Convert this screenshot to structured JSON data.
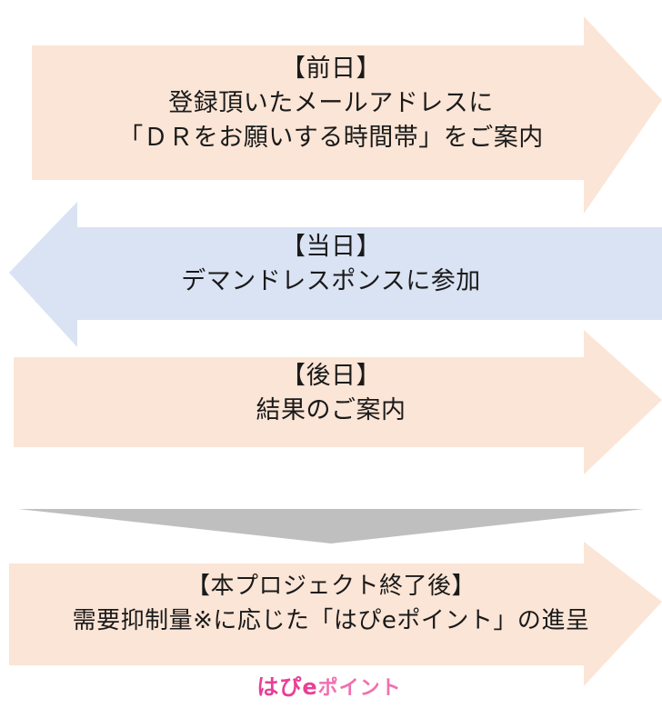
{
  "colors": {
    "peach_arrow": "#fbe5d6",
    "blue_arrow": "#dae3f3",
    "gray_chevron": "#bfbfbf",
    "logo_pink": "#e83f97"
  },
  "steps": [
    {
      "direction": "right",
      "tag": "【前日】",
      "line1": "登録頂いたメールアドレスに",
      "line2": "「ＤＲをお願いする時間帯」をご案内"
    },
    {
      "direction": "left",
      "tag": "【当日】",
      "line1": "デマンドレスポンスに参加"
    },
    {
      "direction": "right",
      "tag": "【後日】",
      "line1": "結果のご案内"
    },
    {
      "direction": "right",
      "tag": "【本プロジェクト終了後】",
      "line1": "需要抑制量※に応じた「はぴeポイント」の進呈"
    }
  ],
  "logo": {
    "main": "はぴe",
    "sub": "ポイント"
  }
}
